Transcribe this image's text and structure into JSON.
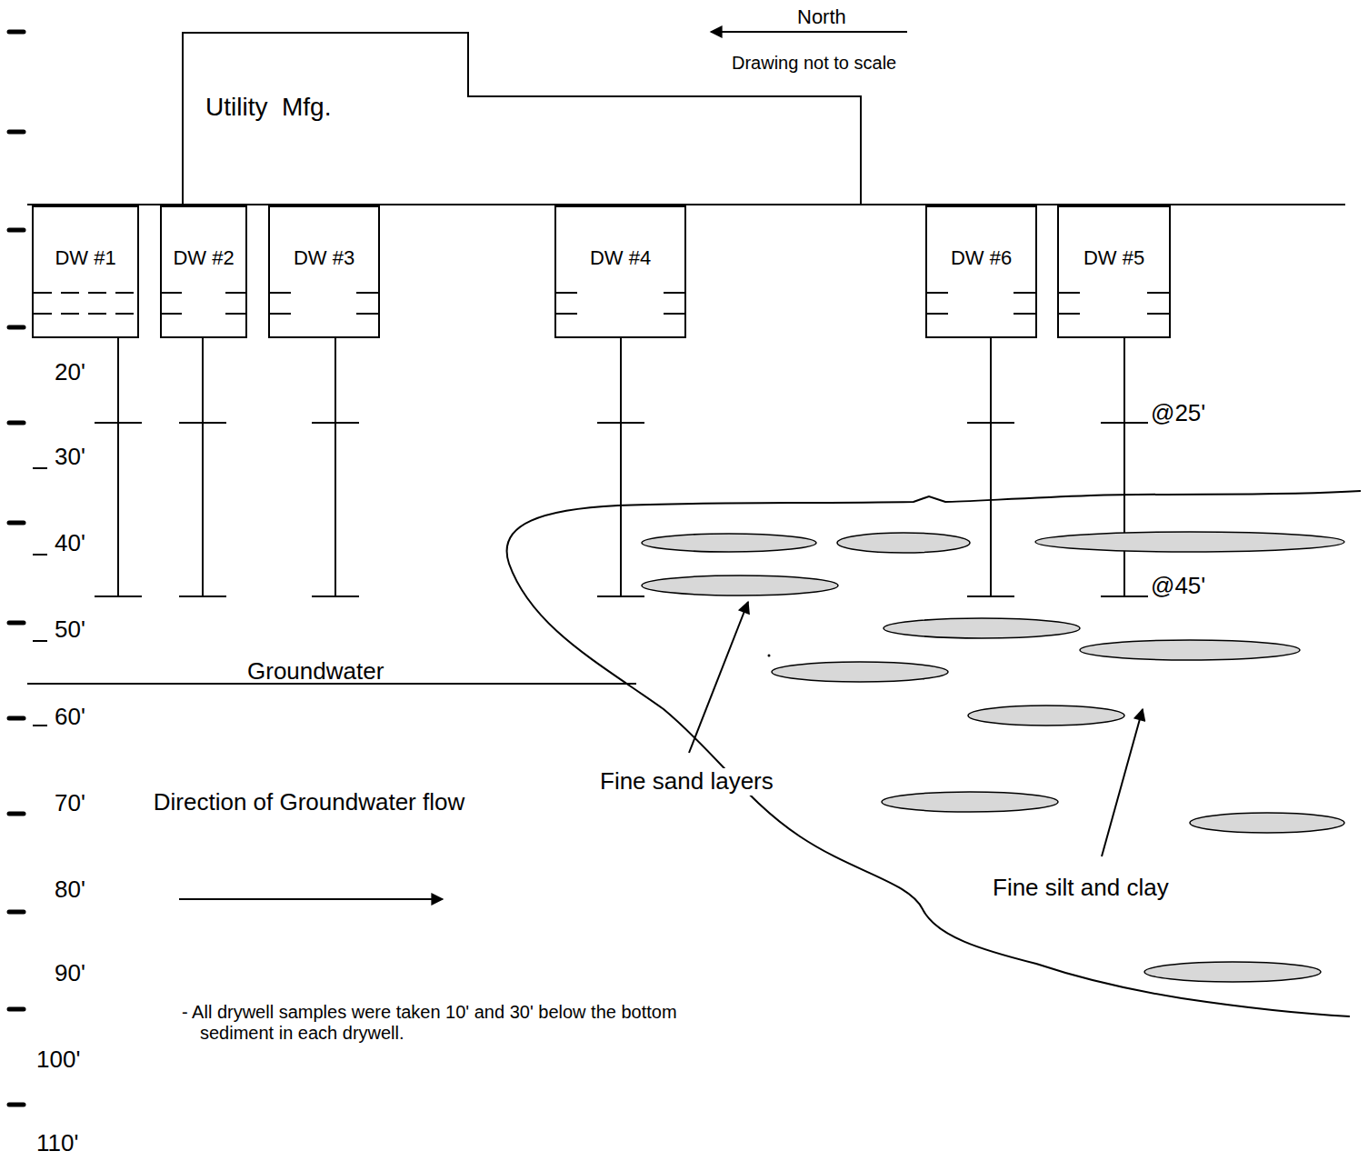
{
  "diagram": {
    "nodes": [
      {
        "text": [
          "Utility  Mfg."
        ]
      },
      {
        "text": [
          "DW #1"
        ]
      },
      {
        "text": [
          "DW #2"
        ]
      },
      {
        "text": [
          "DW #3"
        ]
      },
      {
        "text": [
          "DW #4"
        ]
      },
      {
        "text": [
          "DW #6"
        ]
      },
      {
        "text": [
          "DW #5"
        ]
      }
    ],
    "labels": [
      "North",
      "Drawing not to scale",
      "20'",
      "30'",
      "40'",
      "50'",
      "60'",
      "70'",
      "80'",
      "90'",
      "100'",
      "110'",
      "@25'",
      "@45'",
      "Groundwater",
      "Direction of Groundwater flow",
      "Fine sand layers",
      "Fine silt and clay",
      "- All drywell samples were taken 10' and 30' below the bottom sediment in each drywell."
    ]
  }
}
